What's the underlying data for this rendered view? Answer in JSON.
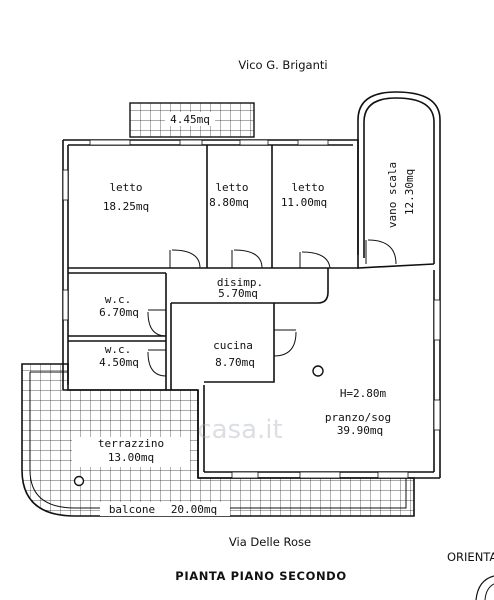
{
  "streets": {
    "top": "Vico G. Briganti",
    "bottom": "Via Delle Rose"
  },
  "plan_title": "PIANTA PIANO SECONDO",
  "orientation_label": "ORIENTAM",
  "watermark": "casa.it",
  "height_note": "H=2.80m",
  "rooms": {
    "balcony_top": {
      "area": "4.45mq"
    },
    "letto1": {
      "name": "letto",
      "area": "18.25mq"
    },
    "letto2": {
      "name": "letto",
      "area": "8.80mq"
    },
    "letto3": {
      "name": "letto",
      "area": "11.00mq"
    },
    "vano_scala": {
      "name": "vano scala",
      "area": "12.30mq"
    },
    "disimp": {
      "name": "disimp.",
      "area": "5.70mq"
    },
    "wc1": {
      "name": "w.c.",
      "area": "6.70mq"
    },
    "wc2": {
      "name": "w.c.",
      "area": "4.50mq"
    },
    "cucina": {
      "name": "cucina",
      "area": "8.70mq"
    },
    "pranzo": {
      "name": "pranzo/sog",
      "area": "39.90mq"
    },
    "terrazzino": {
      "name": "terrazzino",
      "area": "13.00mq"
    },
    "balcone": {
      "name": "balcone",
      "area": "20.00mq"
    }
  }
}
